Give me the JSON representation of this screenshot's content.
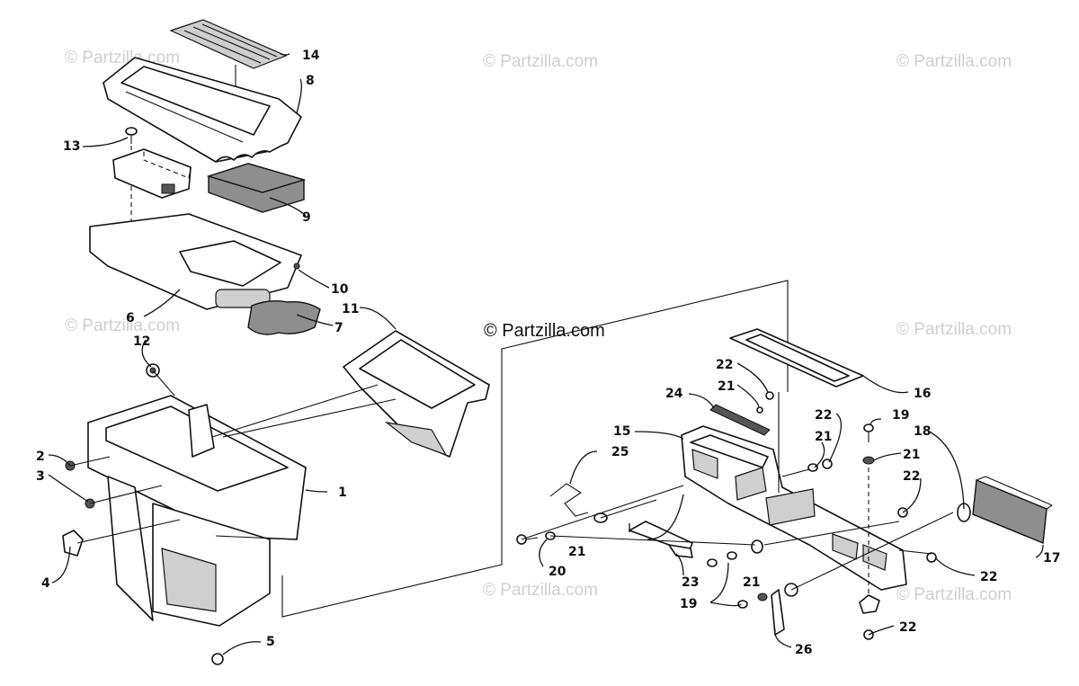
{
  "watermarks": {
    "main": "© Partzilla.com",
    "faint": [
      "© Partzilla.com",
      "© Partzilla.com",
      "© Partzilla.com",
      "© Partzilla.com",
      "© Partzilla.com",
      "© Partzilla.com",
      "© Partzilla.com"
    ]
  },
  "callouts": {
    "c1": "1",
    "c2": "2",
    "c3": "3",
    "c4": "4",
    "c5": "5",
    "c6": "6",
    "c7": "7",
    "c8": "8",
    "c9": "9",
    "c10": "10",
    "c11": "11",
    "c12": "12",
    "c13": "13",
    "c14": "14",
    "c15": "15",
    "c16": "16",
    "c17": "17",
    "c18": "18",
    "c19a": "19",
    "c19b": "19",
    "c20": "20",
    "c21a": "21",
    "c21b": "21",
    "c21c": "21",
    "c21d": "21",
    "c21e": "21",
    "c22a": "22",
    "c22b": "22",
    "c22c": "22",
    "c22d": "22",
    "c22e": "22",
    "c23": "23",
    "c24": "24",
    "c25": "25",
    "c26": "26"
  }
}
